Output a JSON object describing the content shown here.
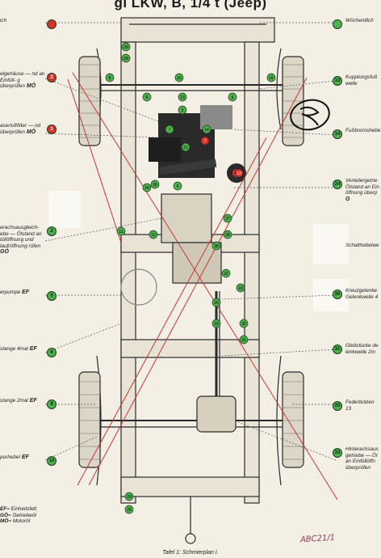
{
  "title": "gl LKW, B, 1/4 t (Jeep)",
  "caption": "Tafel 1: Schmierplan I.",
  "handwritten_note": "ABC21/1",
  "left_labels": [
    {
      "text": "ich",
      "code": "",
      "dot": "red",
      "num": ""
    },
    {
      "text": "elgehäuse — nd an Einfüll- g überprüfen",
      "code": "MÖ",
      "dot": "red",
      "num": "2"
    },
    {
      "text": "aserluftfilter — nd überprüfen",
      "code": "MÖ",
      "dot": "red",
      "num": "1"
    },
    {
      "text": "erachsausgleich- ebe — Ölstand an lüllöffnung und laufröffnung rüfen",
      "code": "GÖ",
      "dot": "green",
      "num": "2"
    },
    {
      "text": "erpumpe",
      "code": "EF",
      "dot": "green",
      "num": "5"
    },
    {
      "text": "stange 4mal",
      "code": "EF",
      "dot": "green",
      "num": "6"
    },
    {
      "text": "stange 2mal",
      "code": "EF",
      "dot": "green",
      "num": "8"
    },
    {
      "text": "purhebel",
      "code": "EF",
      "dot": "green",
      "num": "10"
    }
  ],
  "right_labels": [
    {
      "text": "Wöchentlich",
      "dot": "green",
      "num": ""
    },
    {
      "text": "Kupplungsfuß welle",
      "dot": "green",
      "num": "13"
    },
    {
      "text": "Fußbremshebe",
      "dot": "green",
      "num": "14"
    },
    {
      "text": "Verteilergetrie Ölstand an Ein öffnung überp",
      "code": "G",
      "dot": "green",
      "num": "24"
    },
    {
      "text": "Schalthebelwe",
      "dot": "none",
      "num": ""
    },
    {
      "text": "Kreuzgelenke Gelenkwelle 4",
      "dot": "green",
      "num": "30"
    },
    {
      "text": "Gleitstücke de lenkwelle 2m",
      "dot": "green",
      "num": "31"
    },
    {
      "text": "Federbolzen 13",
      "dot": "green",
      "num": "20"
    },
    {
      "text": "Hinterachsaus getriebe — Öl an Einfüllöffn überprüfen",
      "dot": "green",
      "num": "33"
    }
  ],
  "legend": [
    "= Einheitsfett",
    "= Getriebeöl",
    "= Motoröl"
  ],
  "legend_codes": [
    "EF",
    "GÖ",
    "MÖ"
  ],
  "points_green": [
    "29",
    "29",
    "8",
    "16",
    "6",
    "6",
    "16",
    "13",
    "3",
    "14",
    "7",
    "21",
    "26",
    "24",
    "9",
    "11",
    "12",
    "28",
    "27",
    "28",
    "22",
    "19",
    "20",
    "33",
    "30",
    "31",
    "29",
    "29"
  ],
  "points_red": [
    "7",
    "13"
  ],
  "colors": {
    "paper": "#f3efe4",
    "ink": "#2a2a2a",
    "green": "#4fb04f",
    "red": "#d8342c",
    "redline": "#c23a3a"
  }
}
